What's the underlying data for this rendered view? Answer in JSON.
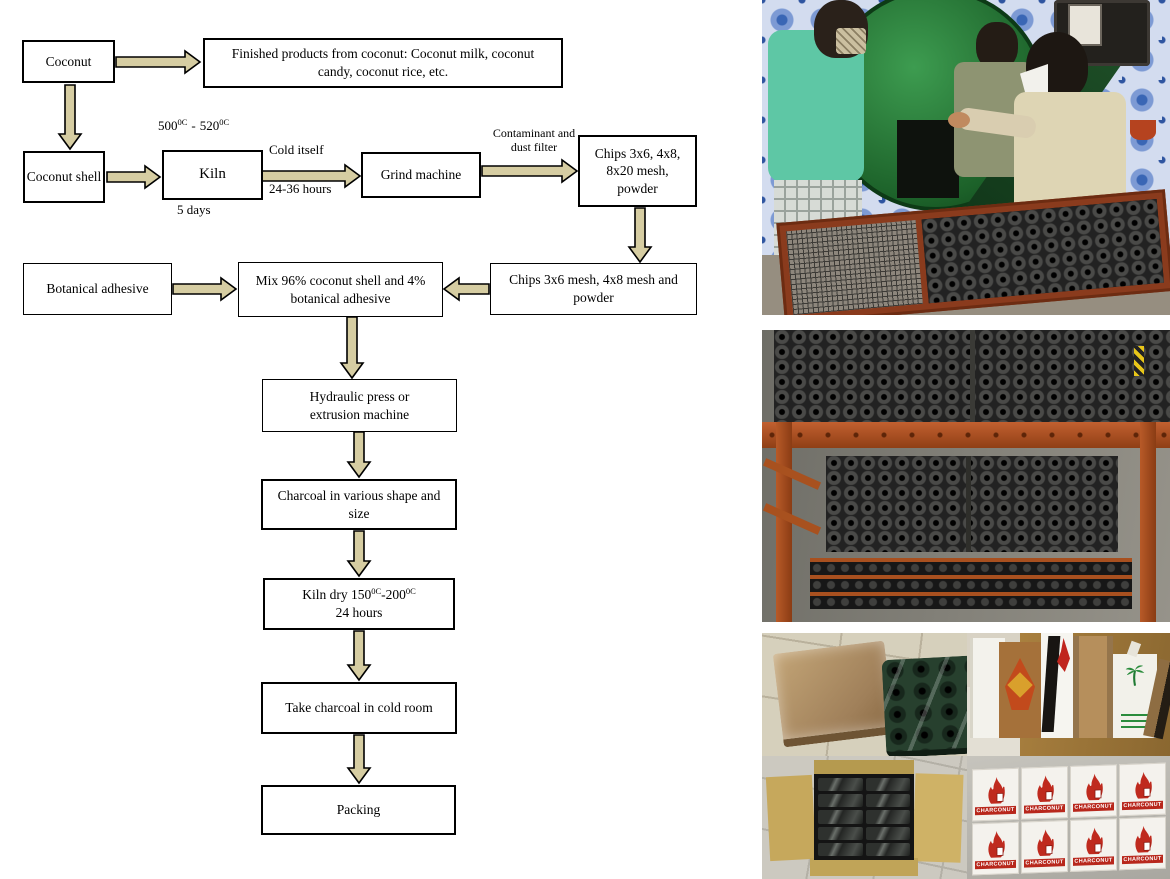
{
  "flowchart": {
    "arrow_color": "#d6cda2",
    "boxes": {
      "coconut": "Coconut",
      "finished_products": "Finished products from coconut: Coconut milk, coconut candy, coconut rice, etc.",
      "coconut_shell": "Coconut shell",
      "kiln": "Kiln",
      "grind_machine": "Grind machine",
      "chips_output": "Chips 3x6, 4x8, 8x20 mesh, powder",
      "chips_selected": "Chips 3x6 mesh, 4x8 mesh and powder",
      "mix": "Mix 96% coconut shell and 4% botanical adhesive",
      "botanical_adhesive": "Botanical adhesive",
      "hydraulic_press": "Hydraulic press or extrusion machine",
      "charcoal_shapes": "Charcoal in various shape and size",
      "kiln_dry_line2": "24 hours",
      "take_cold_room": "Take charcoal in cold room",
      "packing": "Packing"
    },
    "labels": {
      "kiln_temp_v1": "500",
      "kiln_temp_sup1": "0C",
      "kiln_temp_sep": "-",
      "kiln_temp_v2": "520",
      "kiln_temp_sup2": "0C",
      "kiln_days": "5 days",
      "cold_itself": "Cold itself",
      "cold_duration": "24-36 hours",
      "contaminant_filter": "Contaminant and dust filter",
      "kiln_dry_t1": "Kiln dry 150",
      "kiln_dry_s1": "0C",
      "kiln_dry_t2": "-200",
      "kiln_dry_s2": "0C"
    }
  },
  "photos": {
    "brand": "CHARCONUT"
  }
}
